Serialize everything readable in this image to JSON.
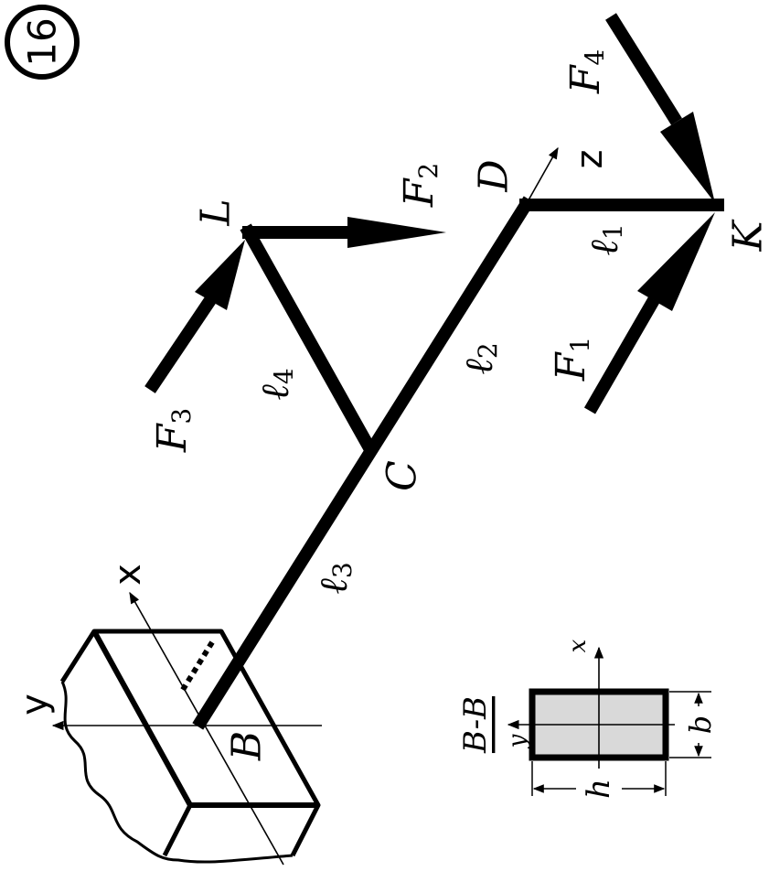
{
  "problem_number": "16",
  "points": {
    "B": "B",
    "C": "C",
    "D": "D",
    "K": "K",
    "L": "L"
  },
  "forces": {
    "F1": {
      "letter": "F",
      "sub": "1"
    },
    "F2": {
      "letter": "F",
      "sub": "2"
    },
    "F3": {
      "letter": "F",
      "sub": "3"
    },
    "F4": {
      "letter": "F",
      "sub": "4"
    }
  },
  "lengths": {
    "l1": {
      "letter": "ℓ",
      "sub": "1"
    },
    "l2": {
      "letter": "ℓ",
      "sub": "2"
    },
    "l3": {
      "letter": "ℓ",
      "sub": "3"
    },
    "l4": {
      "letter": "ℓ",
      "sub": "4"
    }
  },
  "axes": {
    "x": "x",
    "y": "y",
    "z": "z"
  },
  "section": {
    "title": "B-B",
    "x": "x",
    "y": "y",
    "h": "h",
    "b": "b"
  },
  "colors": {
    "ink": "#000000",
    "section_fill": "#d9d9d9"
  }
}
